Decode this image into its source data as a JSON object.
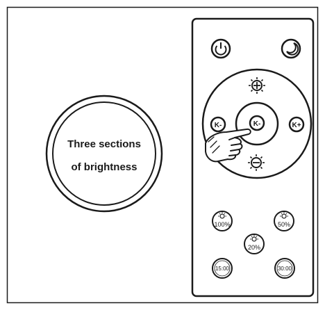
{
  "callout": {
    "line1": "Three sections",
    "line2": "of brightness"
  },
  "remote": {
    "buttons": {
      "power": {
        "icon": "power-icon"
      },
      "night": {
        "icon": "moon-icon"
      },
      "brightness_up": {
        "icon": "sun-plus-icon"
      },
      "brightness_down": {
        "icon": "sun-minus-icon"
      },
      "cct_left": {
        "label": "K-",
        "icon": "color-temp-cool-icon"
      },
      "cct_center": {
        "label": "K-",
        "icon": "color-temp-cool-icon"
      },
      "cct_right": {
        "label": "K+",
        "icon": "color-temp-warm-icon"
      },
      "bright_100": {
        "label": "100%",
        "icon": "sun-icon"
      },
      "bright_50": {
        "label": "50%",
        "icon": "sun-icon"
      },
      "bright_20": {
        "label": "20%",
        "icon": "sun-icon"
      },
      "timer_15": {
        "label": "15:00",
        "icon": "clock-icon"
      },
      "timer_30": {
        "label": "30:00",
        "icon": "clock-icon"
      }
    },
    "hand": {
      "icon": "pointing-hand-icon"
    }
  },
  "colors": {
    "stroke": "#1a1a1a",
    "background": "#ffffff"
  }
}
